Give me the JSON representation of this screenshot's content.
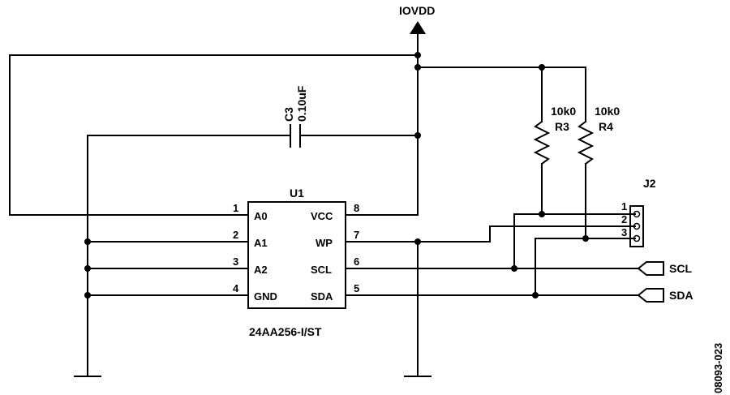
{
  "power": {
    "label": "IOVDD"
  },
  "capacitor": {
    "ref": "C3",
    "value": "0.10uF"
  },
  "ic": {
    "ref": "U1",
    "part": "24AA256-I/ST",
    "pins": [
      {
        "num": "1",
        "name": "A0"
      },
      {
        "num": "2",
        "name": "A1"
      },
      {
        "num": "3",
        "name": "A2"
      },
      {
        "num": "4",
        "name": "GND"
      },
      {
        "num": "8",
        "name": "VCC"
      },
      {
        "num": "7",
        "name": "WP"
      },
      {
        "num": "6",
        "name": "SCL"
      },
      {
        "num": "5",
        "name": "SDA"
      }
    ]
  },
  "resistors": [
    {
      "ref": "R3",
      "value": "10k0"
    },
    {
      "ref": "R4",
      "value": "10k0"
    }
  ],
  "connector": {
    "ref": "J2",
    "pins": [
      "1",
      "2",
      "3"
    ]
  },
  "ports": [
    {
      "label": "SCL"
    },
    {
      "label": "SDA"
    }
  ],
  "figure_id": "08093-023"
}
